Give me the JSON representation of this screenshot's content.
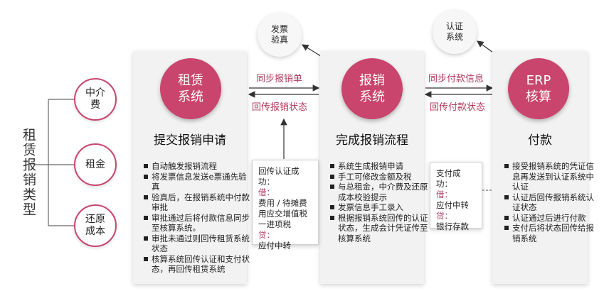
{
  "root_label": "租赁报销类型",
  "types": [
    {
      "l1": "中介",
      "l2": "费"
    },
    {
      "l1": "租金",
      "l2": ""
    },
    {
      "l1": "还原",
      "l2": "成本"
    }
  ],
  "verify": [
    {
      "l1": "发票",
      "l2": "验真"
    },
    {
      "l1": "认证",
      "l2": "系统"
    }
  ],
  "systems": [
    {
      "l1": "租赁",
      "l2": "系统",
      "heading": "提交报销申请",
      "items": [
        "自动触发报销流程",
        "将发票信息发送e票通先验真",
        "验真后，在报销系统中付款审批",
        "审批通过后将付款信息同步至核算系统。",
        "审批未通过则回传租赁系统状态",
        "核算系统回传认证和支付状态，再回传租赁系统"
      ]
    },
    {
      "l1": "报销",
      "l2": "系统",
      "heading": "完成报销流程",
      "items": [
        "系统生成报销申请",
        "手工可修改金额及税",
        "与总租金，中介费及还原成本校验提示",
        "发票信息手工录入",
        "根据报销系统回传的认证状态，生成会计凭证传至核算系统"
      ]
    },
    {
      "l1": "ERP",
      "l2": "核算",
      "heading": "付款",
      "items": [
        "接受报销系统的凭证信息再发送到认证系统中认证",
        "认证后回传报销系统认证状态",
        "认证通过后进行付款",
        "支付后将状态回传给报销系统"
      ]
    }
  ],
  "flows": {
    "sync_expense": "同步报销单",
    "return_expense_status": "回传报销状态",
    "sync_payment": "同步付款信息",
    "return_payment_status": "回传付款状态"
  },
  "note_left": {
    "line1": "回传认证成功：",
    "debit_label": "借：",
    "debit_value": "费用 / 待摊费用应交增值税一进项税",
    "credit_label": "贷：",
    "credit_value": "应付中转"
  },
  "note_right": {
    "line1": "支付成功：",
    "debit_label": "借：",
    "debit_value": "应付中转",
    "credit_label": "贷：",
    "credit_value": "银行存款"
  },
  "colors": {
    "accent": "#c9456d",
    "label": "#b23a5f",
    "panel": "#f2f2f2"
  }
}
